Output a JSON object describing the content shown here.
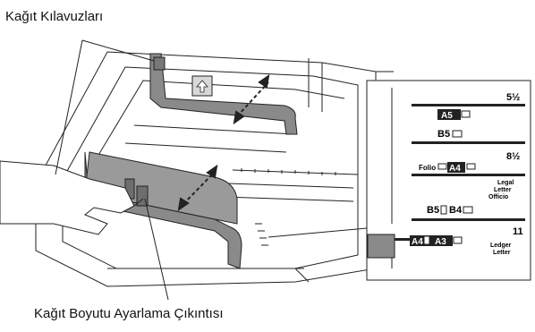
{
  "labels": {
    "paper_guides": "Kağıt Kılavuzları",
    "size_tab": "Kağıt Boyutu Ayarlama Çıkıntısı"
  },
  "scale": {
    "r1": "5½",
    "a5": "A5",
    "b5": "B5",
    "r2": "8½",
    "folio": "Folio",
    "a4": "A4",
    "legal": "Legal",
    "letter": "Letter",
    "officio": "Officio",
    "b5b": "B5",
    "b4": "B4",
    "r3": "11",
    "ledger": "Ledger",
    "letter2": "Letter",
    "a4b": "A4",
    "a3": "A3"
  }
}
